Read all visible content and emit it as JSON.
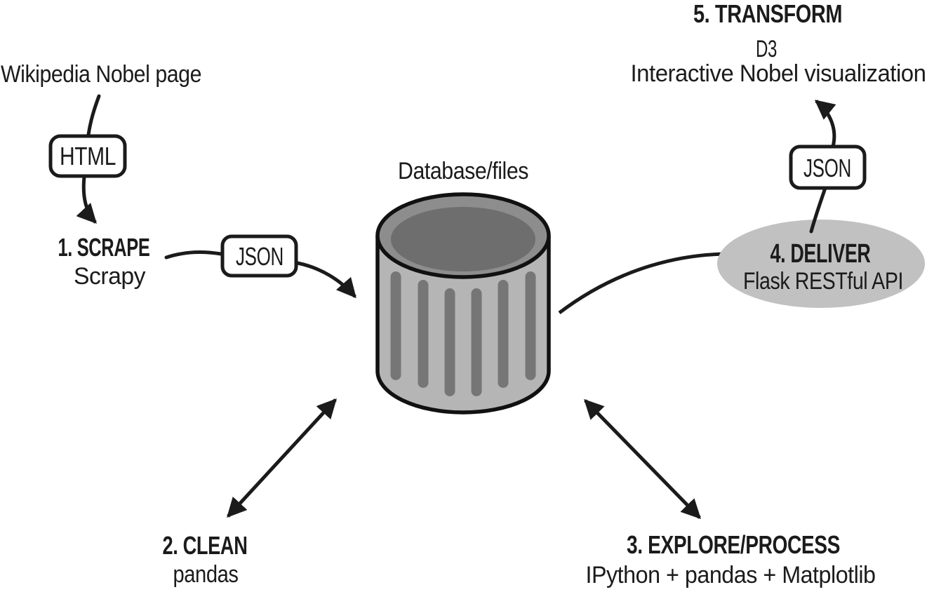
{
  "source": {
    "label": "Wikipedia Nobel page"
  },
  "connectors": {
    "html": "HTML",
    "json_in": "JSON",
    "json_out": "JSON"
  },
  "database": {
    "label": "Database/files"
  },
  "stages": {
    "scrape": {
      "title": "1. SCRAPE",
      "tool": "Scrapy"
    },
    "clean": {
      "title": "2. CLEAN",
      "tool": "pandas"
    },
    "explore": {
      "title": "3. EXPLORE/PROCESS",
      "tool": "IPython + pandas + Matplotlib"
    },
    "deliver": {
      "title": "4. DELIVER",
      "tool": "Flask RESTful API"
    },
    "transform": {
      "title": "5. TRANSFORM",
      "tool": "D3",
      "output": "Interactive Nobel visualization"
    }
  },
  "colors": {
    "ink": "#1b1b1b",
    "background": "#ffffff",
    "cylinder_body": "#b5b5b5",
    "cylinder_stripe": "#767676",
    "cylinder_rim": "#8d8d8d",
    "cylinder_top_inner": "#6e6e6e",
    "deliver_ellipse": "#c1c1c1"
  }
}
